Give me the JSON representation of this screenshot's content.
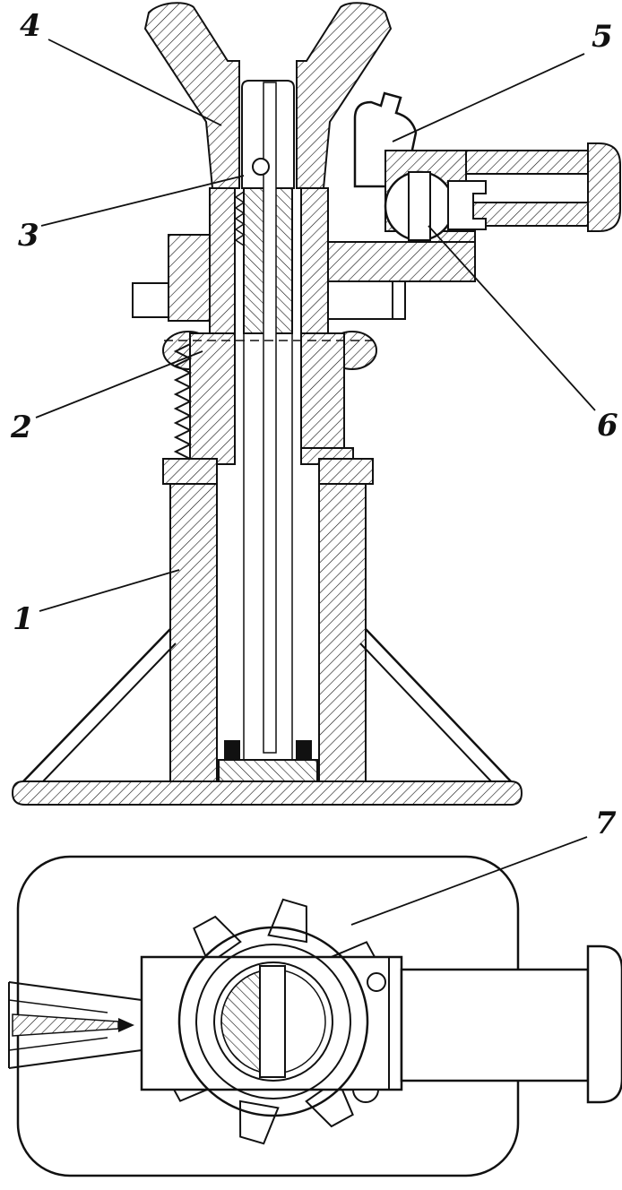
{
  "drawing": {
    "description": "jack-cross-section-technical-drawing",
    "callouts": [
      {
        "label": "1"
      },
      {
        "label": "2"
      },
      {
        "label": "3"
      },
      {
        "label": "4"
      },
      {
        "label": "5"
      },
      {
        "label": "6"
      },
      {
        "label": "7"
      }
    ]
  },
  "colors": {
    "line": "#111111",
    "background": "#ffffff"
  }
}
